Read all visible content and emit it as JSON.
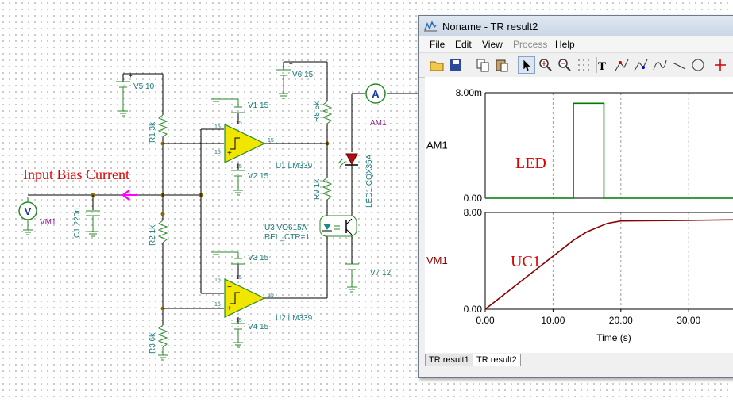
{
  "schematic": {
    "annotation": "Input Bias Current",
    "components": {
      "vm1": {
        "symbol": "V",
        "label": "VM1"
      },
      "c1": "C1 220n",
      "v5": "V5 10",
      "r1": "R1 3k",
      "r2": "R2 1k",
      "r3": "R3 6k",
      "v1": "V1 15",
      "v2": "V2 15",
      "v3": "V3 15",
      "v4": "V4 15",
      "u1": "U1 LM339",
      "u2": "U2 LM339",
      "v6": "V6 15",
      "r8": "R8 5k",
      "r9": "R9 1k",
      "am1": {
        "symbol": "A",
        "label": "AM1"
      },
      "led1": "LED1 CQX35A",
      "u3": "U3 VO615A",
      "u3_param": "REL_CTR=1",
      "v7": "V7 12"
    },
    "pin_numbers": {
      "top": "15",
      "inputs": [
        "15",
        "15"
      ],
      "output": "15",
      "supply": "15"
    }
  },
  "window": {
    "title": "Noname - TR result2",
    "menu": [
      "File",
      "Edit",
      "View",
      "Process",
      "Help"
    ],
    "menu_disabled": [
      "Process"
    ],
    "toolbar_icons": [
      "open-folder-icon",
      "save-icon",
      "copy-icon",
      "paste-icon",
      "pointer-icon",
      "zoom-in-icon",
      "zoom-out-icon",
      "grid-icon",
      "text-tool-icon",
      "cursor-a-icon",
      "cursor-b-icon",
      "curve-icon",
      "line-tool-icon",
      "circle-tool-icon",
      "marker-icon"
    ],
    "tabs": [
      {
        "label": "TR result1",
        "active": false
      },
      {
        "label": "TR result2",
        "active": true
      }
    ]
  },
  "chart_data": [
    {
      "type": "line",
      "trace_label": "LED",
      "ylabel": "AM1",
      "ytick_labels": [
        "8.00m",
        "0.00"
      ],
      "ylim": [
        0,
        0.008
      ],
      "xlim": [
        0,
        37
      ],
      "x": [
        0,
        13,
        13,
        17.5,
        17.5,
        37
      ],
      "y": [
        0,
        0,
        0.0072,
        0.0072,
        0,
        0
      ],
      "color": "#007a00",
      "grid": true
    },
    {
      "type": "line",
      "trace_label": "UC1",
      "ylabel": "VM1",
      "ytick_labels": [
        "8.00",
        "0.00"
      ],
      "ylim": [
        0,
        8
      ],
      "xlim": [
        0,
        37
      ],
      "x": [
        0,
        13,
        15,
        18,
        20,
        30,
        37
      ],
      "y": [
        0,
        5.7,
        6.4,
        7.1,
        7.3,
        7.35,
        7.4
      ],
      "color": "#8b0000",
      "xlabel": "Time (s)",
      "xtick_labels": [
        "0.00",
        "10.00",
        "20.00",
        "30.00"
      ],
      "xticks": [
        0,
        10,
        20,
        30
      ],
      "grid": true
    }
  ]
}
